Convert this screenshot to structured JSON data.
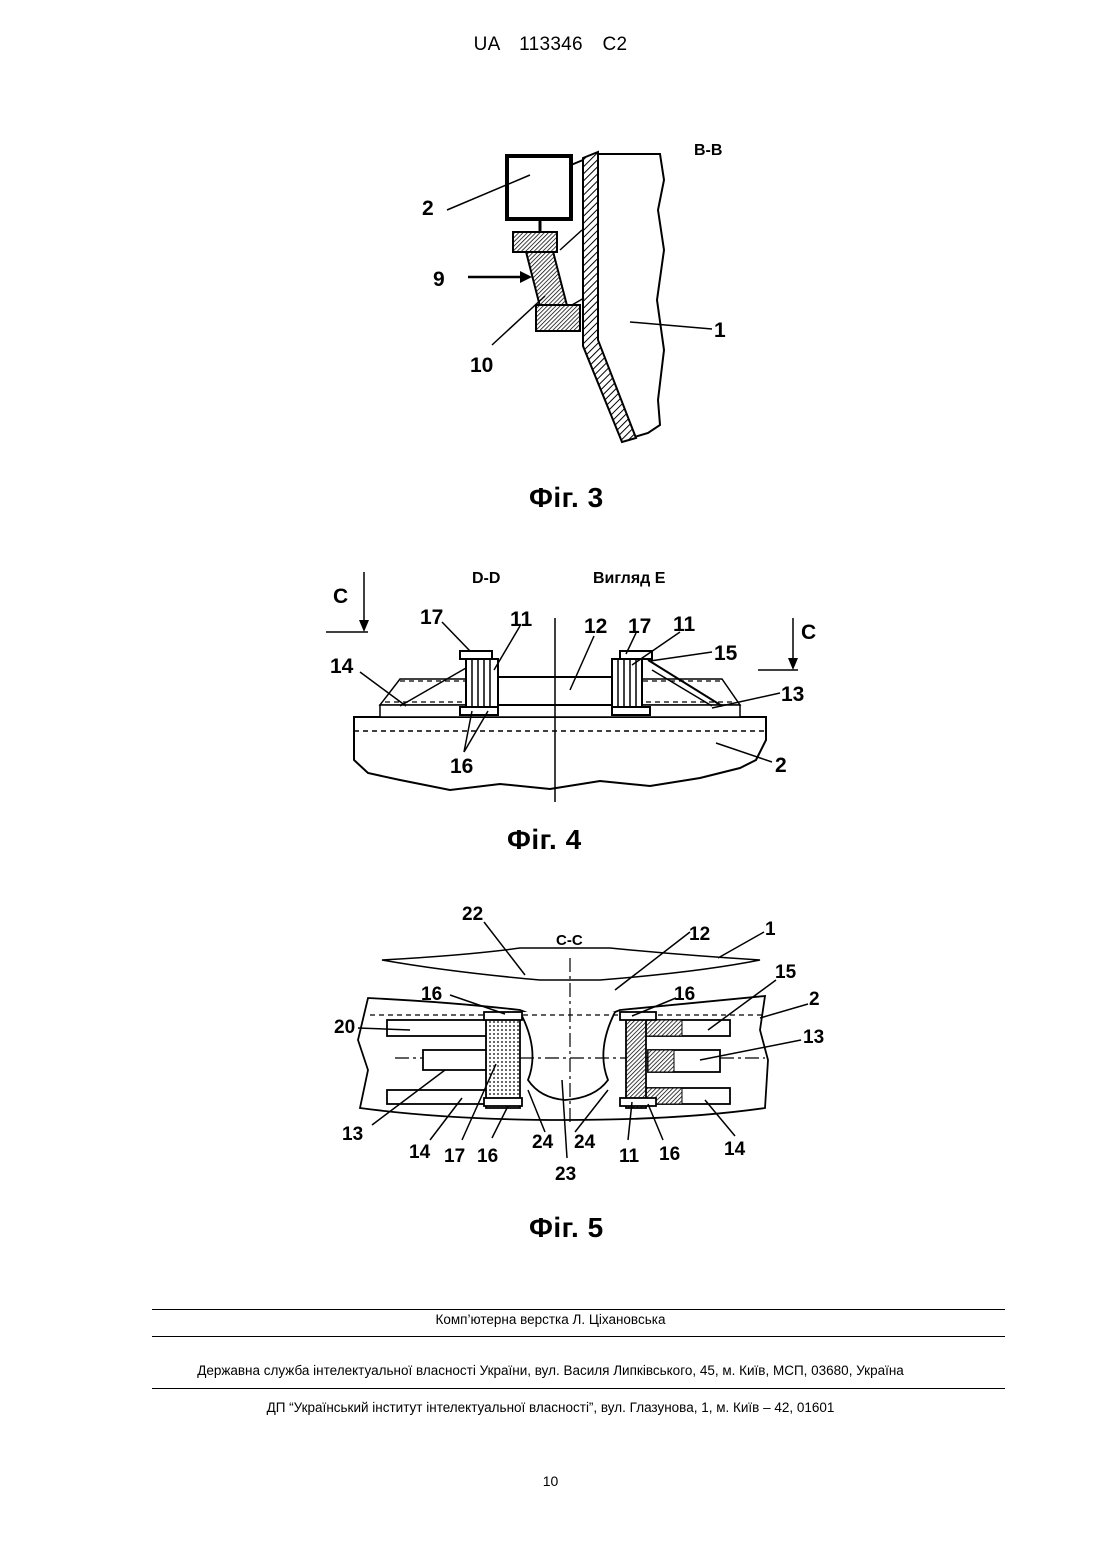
{
  "header": {
    "doc": "UA",
    "number": "113346",
    "kind": "C2"
  },
  "fig3": {
    "section": "B-B",
    "labels": [
      "2",
      "9",
      "10",
      "1"
    ],
    "caption": "Фіг. 3"
  },
  "fig4": {
    "section": "D-D",
    "view": "Вигляд Е",
    "cut_left": "C",
    "cut_right": "C",
    "labels": [
      "17",
      "11",
      "12",
      "17",
      "11",
      "15",
      "14",
      "13",
      "16",
      "2"
    ],
    "caption": "Фіг. 4"
  },
  "fig5": {
    "section": "C-C",
    "labels": [
      "22",
      "12",
      "1",
      "15",
      "2",
      "16",
      "16",
      "20",
      "13",
      "13",
      "14",
      "17",
      "16",
      "24",
      "24",
      "23",
      "11",
      "16",
      "14"
    ],
    "caption": "Фіг. 5"
  },
  "footer": {
    "typesetting": "Комп’ютерна верстка Л. Ціхановська",
    "agency": "Державна служба інтелектуальної власності України, вул. Василя Липківського, 45, м. Київ, МСП, 03680, Україна",
    "institute": "ДП “Український інститут інтелектуальної власності”, вул. Глазунова, 1, м. Київ – 42, 01601"
  },
  "page_number": "10"
}
